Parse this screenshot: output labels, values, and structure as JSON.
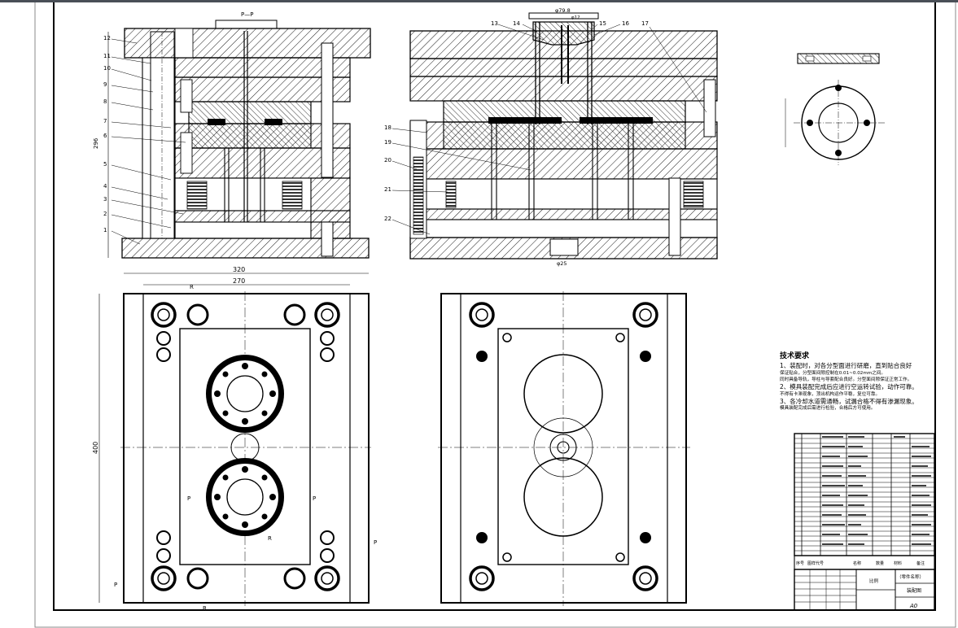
{
  "drawing": {
    "section_label": "P—P",
    "part_numbers": [
      "1",
      "2",
      "3",
      "4",
      "5",
      "6",
      "7",
      "8",
      "9",
      "10",
      "11",
      "12",
      "13",
      "14",
      "15",
      "16",
      "17",
      "18",
      "19",
      "20",
      "21",
      "22"
    ],
    "dim_height_front": "296",
    "dim_width_total": "320",
    "dim_width_inner": "270",
    "dim_height_plan": "400",
    "dim_top_79": "φ79.8",
    "dim_top_12": "φ12",
    "dim_bottom_25": "φ25",
    "marker_letters": [
      "P",
      "R"
    ]
  },
  "tech_requirements": {
    "title": "技术要求",
    "lines": [
      "1、装配时，对各分型面进行研磨，直到贴合良好",
      "保证贴合，分型面间隙控制在0.01~0.02mm之间。",
      "同时具备导轨，导柱与导套配合良好。分型面间隙保证正常工作。",
      "2、模具装配完成后应进行空运转试验，动作可靠。",
      "不得有卡滞现象，顶出机构运作平稳，复位可靠。",
      "3、各冷却水道需通畅，试漏合格不得有渗漏现象。",
      "模具装配完成后需进行检验，合格后方可使用。"
    ]
  },
  "title_block": {
    "headers": [
      "序号",
      "图样代号",
      "名称",
      "数量",
      "材料",
      "备注"
    ],
    "drawing_name": "装配图",
    "design_field": "（零件名称）",
    "scale_label": "比例",
    "sheet_size": "A0"
  }
}
